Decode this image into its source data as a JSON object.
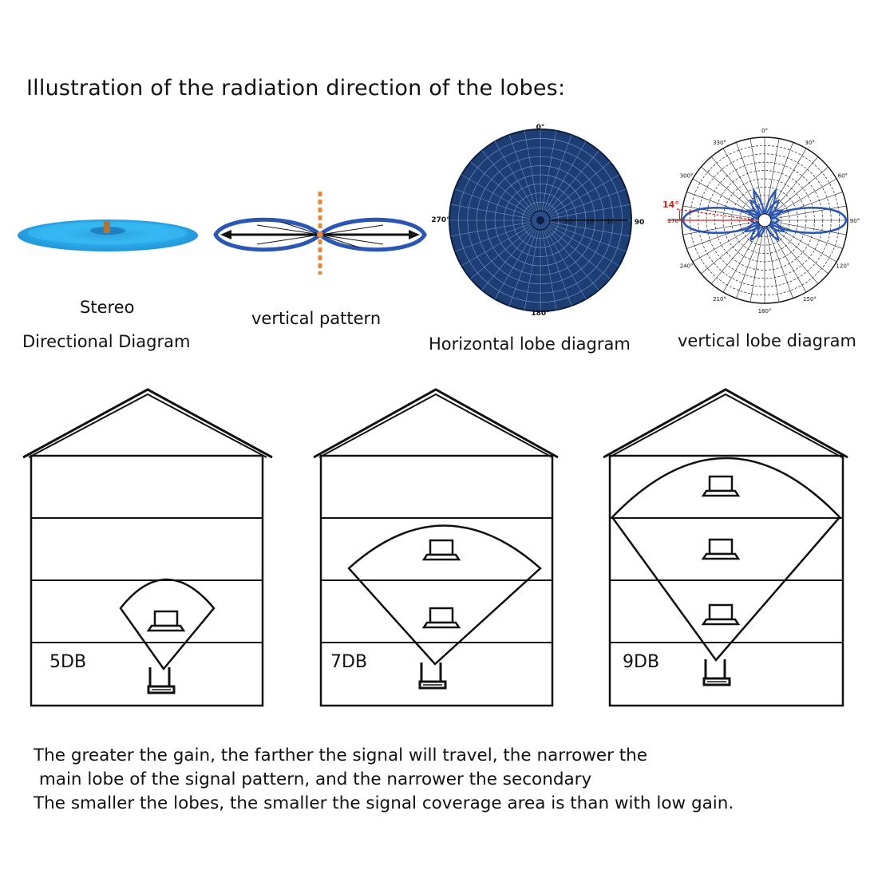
{
  "title": "Illustration of the radiation direction of the lobes:",
  "diagrams": {
    "stereo_label_1": "Stereo",
    "stereo_label_2": "Directional Diagram",
    "vertical_pattern_label": "vertical pattern",
    "horizontal_lobe_label": "Horizontal lobe diagram",
    "vertical_lobe_label": "vertical lobe diagram",
    "horizontal_polar": {
      "top": "0°",
      "left": "270°",
      "right": "90",
      "bottom": "180°",
      "radial_ticks": [
        "30",
        "20",
        "10"
      ]
    },
    "vertical_polar": {
      "angles": [
        "0°",
        "30°",
        "60°",
        "90°",
        "120°",
        "150°",
        "180°",
        "210°",
        "240°",
        "270°",
        "300°",
        "330°"
      ],
      "tilt": "14°"
    }
  },
  "houses": [
    {
      "label": "5DB"
    },
    {
      "label": "7DB"
    },
    {
      "label": "9DB"
    }
  ],
  "footer": {
    "line1": "The greater the gain, the farther the signal will travel, the narrower the",
    "line2": " main lobe of the signal pattern, and the narrower the secondary",
    "line3": "The smaller the lobes, the smaller the signal coverage area is than with low gain."
  },
  "colors": {
    "disc_blue": "#29a8e6",
    "lobe_blue": "#2a56b5",
    "polar_fill": "#1d3d73",
    "line": "#111111",
    "red": "#d62020"
  }
}
